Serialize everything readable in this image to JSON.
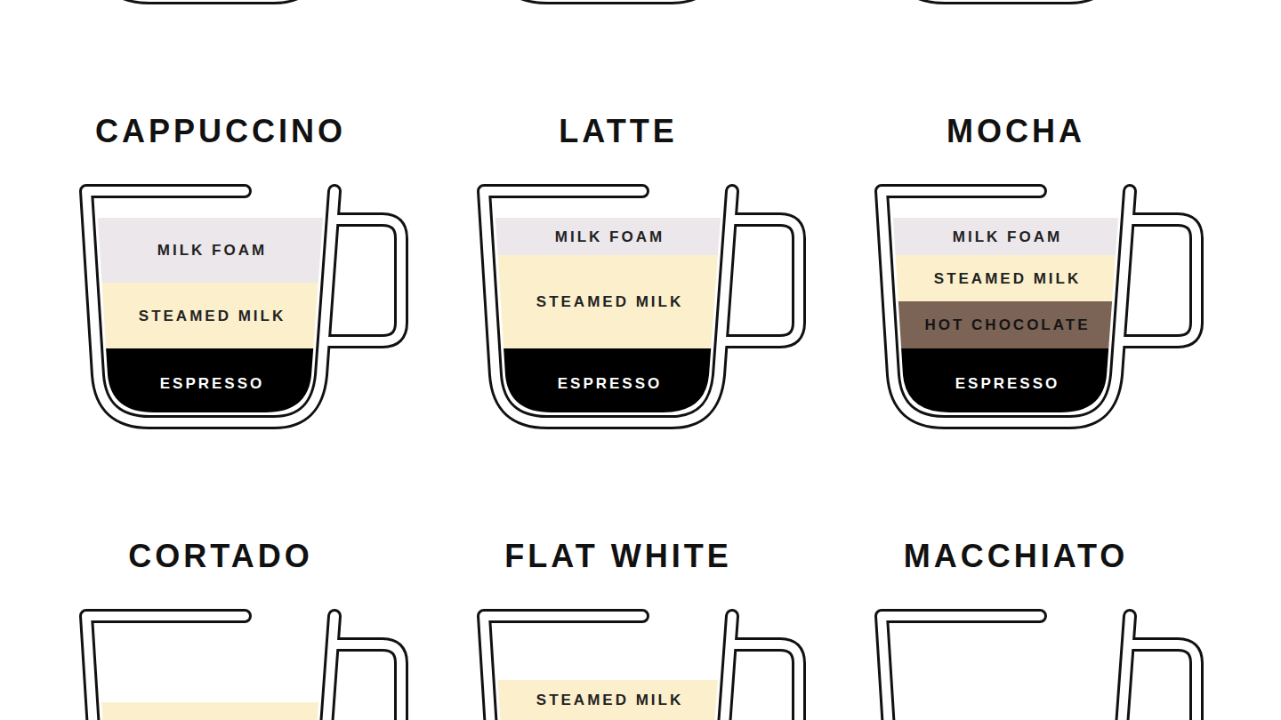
{
  "diagram": {
    "nodes": [
      {
        "text": [
          "CAPPUCCINO"
        ]
      },
      {
        "text": [
          "MILK FOAM"
        ],
        "in": 0
      },
      {
        "text": [
          "STEAMED MILK"
        ],
        "in": 0
      },
      {
        "text": [
          "ESPRESSO"
        ],
        "in": 0
      },
      {
        "text": [
          "LATTE"
        ]
      },
      {
        "text": [
          "MILK FOAM"
        ],
        "in": 4
      },
      {
        "text": [
          "STEAMED MILK"
        ],
        "in": 4
      },
      {
        "text": [
          "ESPRESSO"
        ],
        "in": 4
      },
      {
        "text": [
          "MOCHA"
        ]
      },
      {
        "text": [
          "MILK FOAM"
        ],
        "in": 8
      },
      {
        "text": [
          "STEAMED MILK"
        ],
        "in": 8
      },
      {
        "text": [
          "HOT CHOCOLATE"
        ],
        "in": 8
      },
      {
        "text": [
          "ESPRESSO"
        ],
        "in": 8
      },
      {
        "text": [
          "CORTADO"
        ]
      },
      {
        "text": [
          "FLAT WHITE"
        ]
      },
      {
        "text": [
          "STEAMED MILK"
        ],
        "in": 14
      },
      {
        "text": [
          "MACCHIATO"
        ]
      }
    ]
  }
}
